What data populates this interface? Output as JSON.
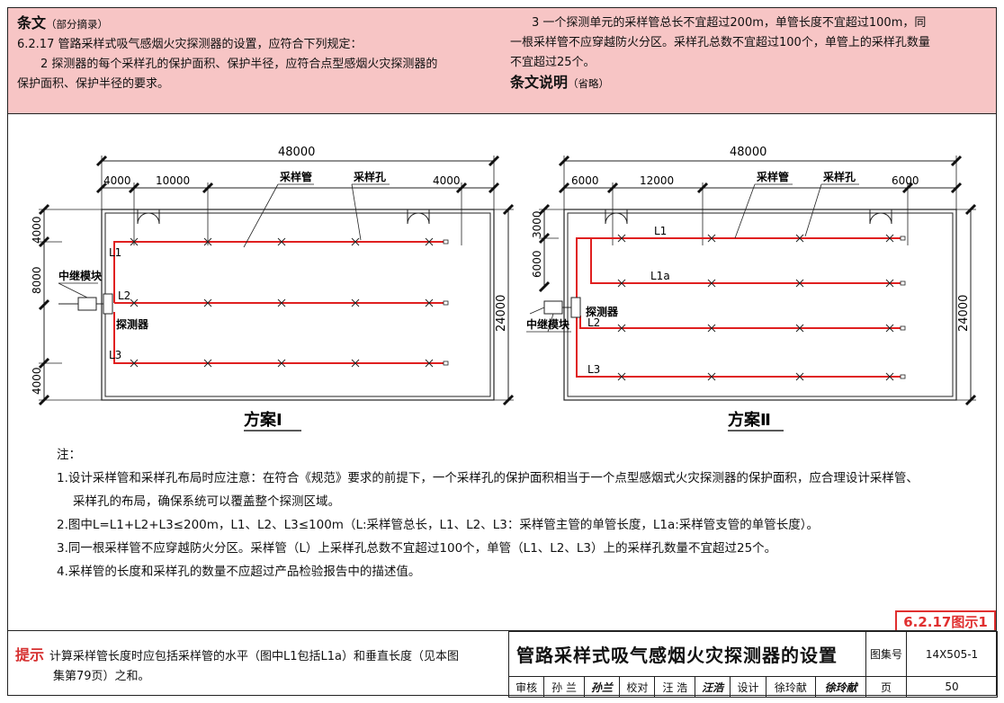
{
  "clause": {
    "title": "条文",
    "title_note": "（部分摘录）",
    "line1": "6.2.17  管路采样式吸气感烟火灾探测器的设置，应符合下列规定：",
    "line2": "2  探测器的每个采样孔的保护面积、保护半径，应符合点型感烟火灾探测器的",
    "line3": "保护面积、保护半径的要求。",
    "right1": "3  一个探测单元的采样管总长不宜超过200m，单管长度不宜超过100m，同",
    "right2": "一根采样管不应穿越防火分区。采样孔总数不宜超过100个，单管上的采样孔数量",
    "right3": "不宜超过25个。",
    "explain_title": "条文说明",
    "explain_note": "（省略）"
  },
  "scheme1": {
    "title": "方案Ⅰ",
    "dim_total": "48000",
    "dim_left": "4000",
    "dim_spacing": "10000",
    "dim_right": "4000",
    "dim_height": "24000",
    "dim_v1": "4000",
    "dim_v2": "8000",
    "dim_v3": "4000",
    "label_pipe": "采样管",
    "label_hole": "采样孔",
    "label_relay": "中继模块",
    "label_detector": "探测器",
    "L1": "L1",
    "L2": "L2",
    "L3": "L3"
  },
  "scheme2": {
    "title": "方案Ⅱ",
    "dim_total": "48000",
    "dim_left": "6000",
    "dim_spacing": "12000",
    "dim_right": "6000",
    "dim_height": "24000",
    "dim_v1": "3000",
    "dim_v2": "6000",
    "label_pipe": "采样管",
    "label_hole": "采样孔",
    "label_relay": "中继模块",
    "label_detector": "探测器",
    "L1": "L1",
    "L1a": "L1a",
    "L2": "L2",
    "L3": "L3"
  },
  "notes": {
    "head": "注：",
    "n1a": "1.设计采样管和采样孔布局时应注意：在符合《规范》要求的前提下，一个采样孔的保护面积相当于一个点型感烟式火灾探测器的保护面积，应合理设计采样管、",
    "n1b": "采样孔的布局，确保系统可以覆盖整个探测区域。",
    "n2": "2.图中L=L1+L2+L3≤200m，L1、L2、L3≤100m（L:采样管总长，L1、L2、L3：采样管主管的单管长度，L1a:采样管支管的单管长度）。",
    "n3": "3.同一根采样管不应穿越防火分区。采样管（L）上采样孔总数不宜超过100个，单管（L1、L2、L3）上的采样孔数量不宜超过25个。",
    "n4": "4.采样管的长度和采样孔的数量不应超过产品检验报告中的描述值。"
  },
  "fig_tag": "6.2.17图示1",
  "tip": {
    "key": "提示",
    "text1": "计算采样管长度时应包括采样管的水平（图中L1包括L1a）和垂直长度（见本图",
    "text2": "集第79页）之和。"
  },
  "titleblock": {
    "title": "管路采样式吸气感烟火灾探测器的设置",
    "atlas_label": "图集号",
    "atlas_no": "14X505-1",
    "review_label": "审核",
    "review_name": "孙 兰",
    "check_label": "校对",
    "check_name": "汪 浩",
    "design_label": "设计",
    "design_name": "徐玲献",
    "page_label": "页",
    "page_no": "50"
  },
  "colors": {
    "header_bg": "#f7c5c5",
    "pipe": "#e02020",
    "tag": "#e03030"
  }
}
